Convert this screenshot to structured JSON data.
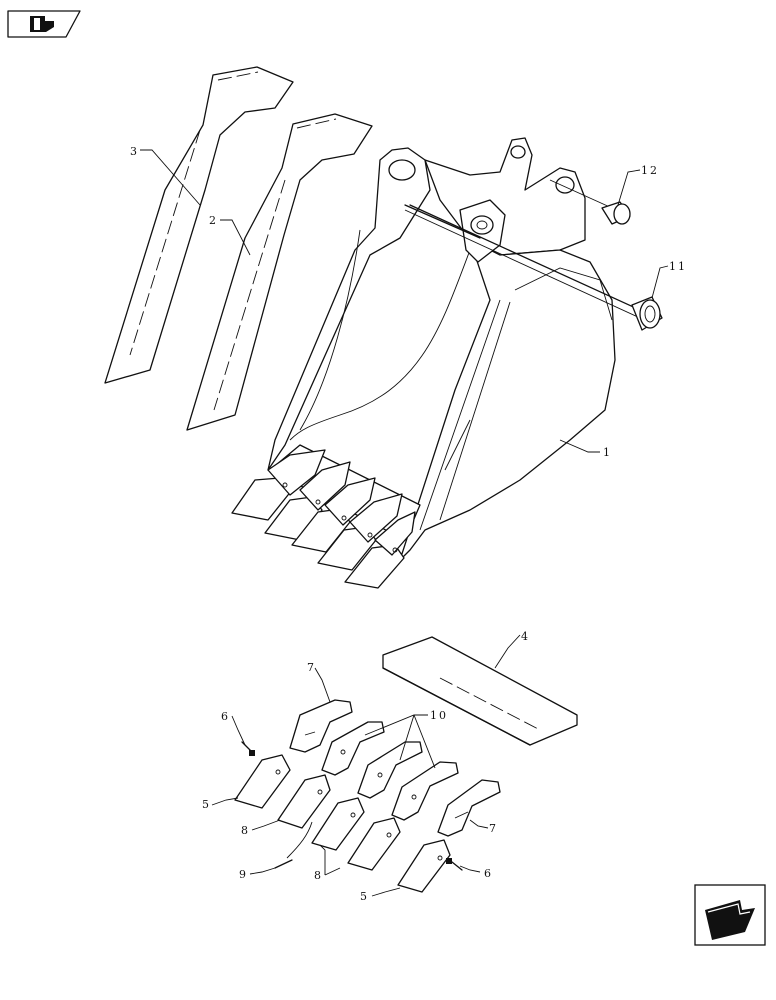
{
  "callouts": {
    "c1": "1",
    "c2": "2",
    "c3": "3",
    "c4": "4",
    "c5a": "5",
    "c5b": "5",
    "c6a": "6",
    "c6b": "6",
    "c7a": "7",
    "c7b": "7",
    "c8a": "8",
    "c8b": "8",
    "c9": "9",
    "c10": "10",
    "c11": "11",
    "c12": "12"
  },
  "icons": {
    "top_left": "book-arrow-icon",
    "bottom_right": "previous-page-arrow-icon"
  }
}
